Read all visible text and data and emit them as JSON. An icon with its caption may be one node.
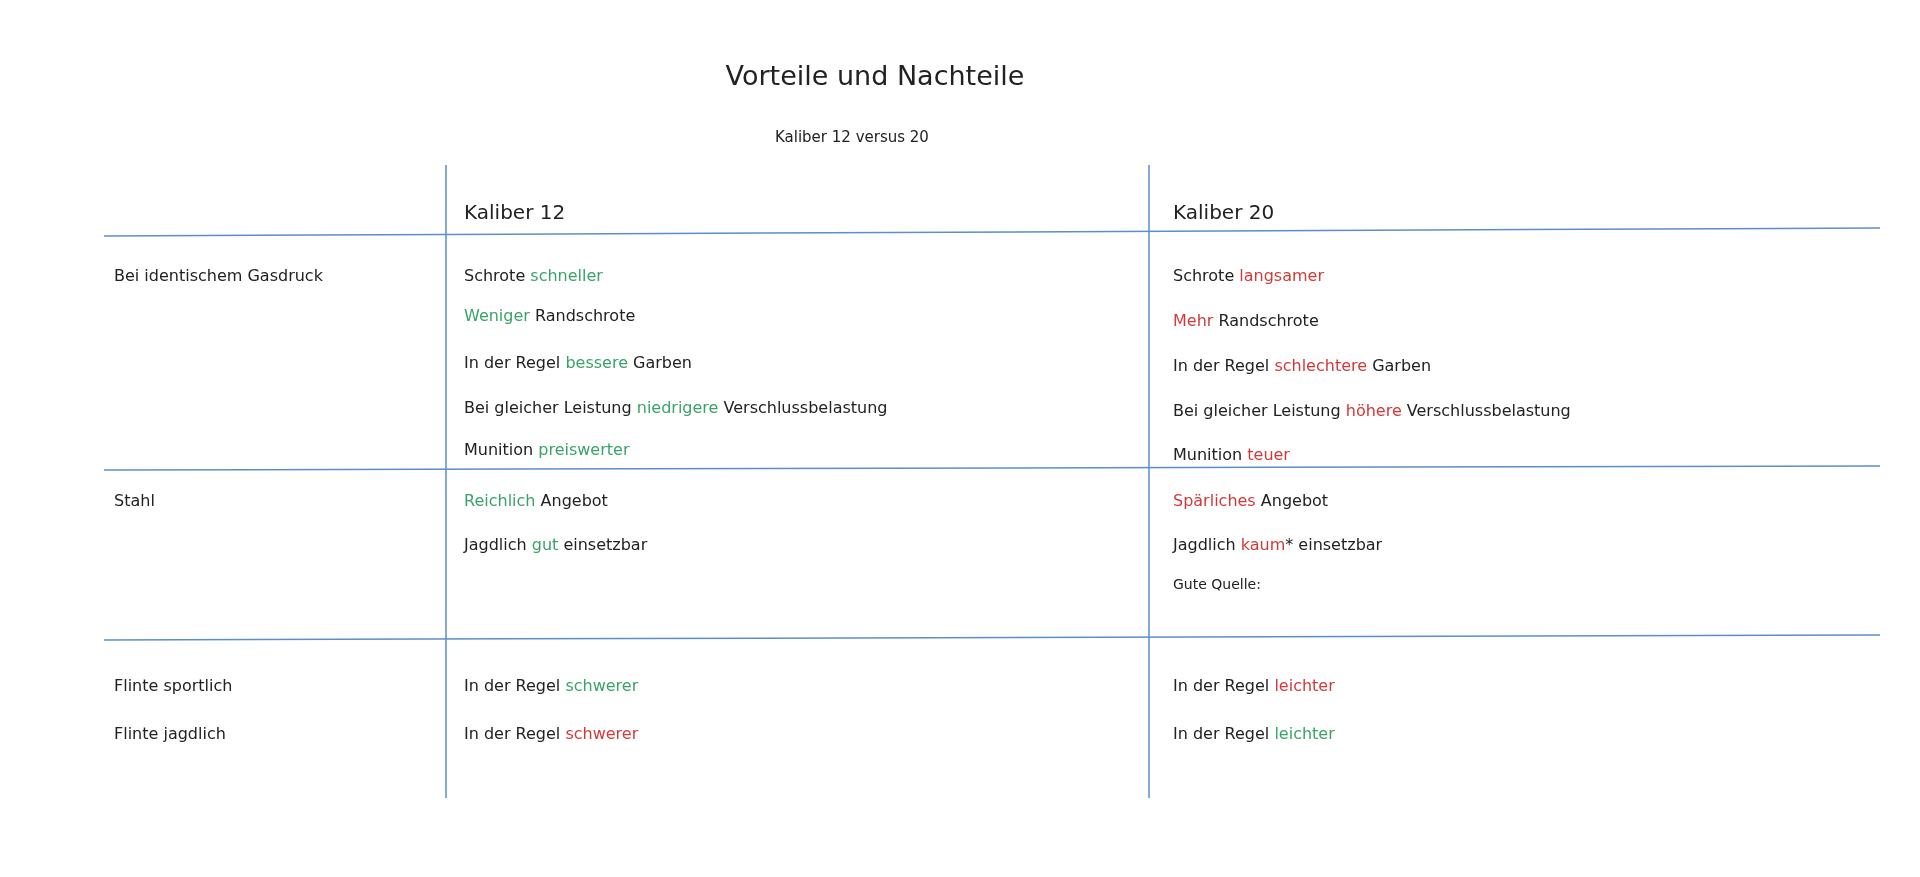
{
  "diagram": {
    "title": "Vorteile und Nachteile",
    "labels": [
      "Kaliber 12 versus 20",
      "Kaliber 12",
      "Kaliber 20",
      "Bei identischem Gasdruck",
      "Schrote schneller",
      "Weniger Randschrote",
      "In der Regel bessere Garben",
      "Bei gleicher Leistung niedrigere Verschlussbelastung",
      "Munition preiswerter",
      "Schrote langsamer",
      "Mehr Randschrote",
      "In der Regel schlechtere Garben",
      "Bei gleicher Leistung höhere Verschlussbelastung",
      "Munition teuer",
      "Stahl",
      "Reichlich Angebot",
      "Jagdlich gut einsetzbar",
      "Spärliches Angebot",
      "Jagdlich kaum* einsetzbar",
      "Gute Quelle:",
      "Flinte sportlich",
      "In der Regel schwerer",
      "In der Regel leichter",
      "Flinte jagdlich",
      "In der Regel schwerer",
      "In der Regel leichter"
    ]
  }
}
